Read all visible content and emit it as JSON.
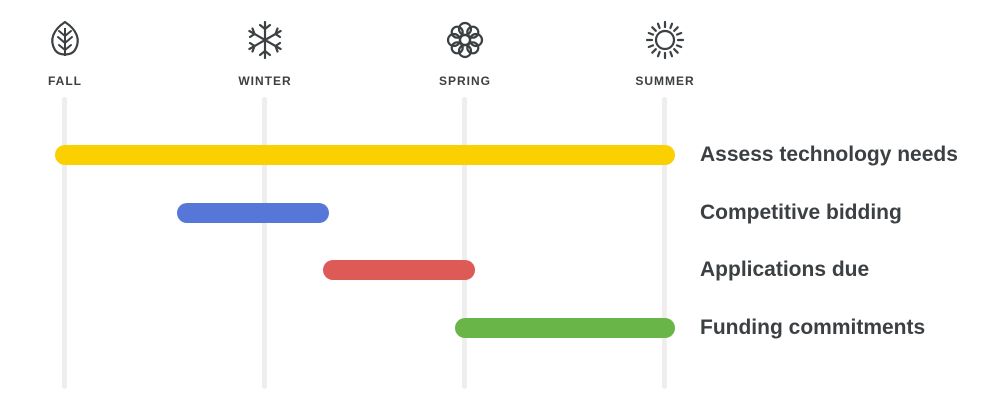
{
  "seasons": [
    {
      "label": "FALL",
      "icon": "leaf-icon"
    },
    {
      "label": "WINTER",
      "icon": "snowflake-icon"
    },
    {
      "label": "SPRING",
      "icon": "flower-icon"
    },
    {
      "label": "SUMMER",
      "icon": "sun-icon"
    }
  ],
  "tasks": [
    {
      "label": "Assess technology needs",
      "start": "FALL",
      "end": "SUMMER",
      "color": "#fbd000"
    },
    {
      "label": "Competitive bidding",
      "start": "FALL→WINTER",
      "end": "WINTER→SPRING",
      "color": "#5677d8"
    },
    {
      "label": "Applications due",
      "start": "WINTER→SPRING",
      "end": "SPRING",
      "color": "#dd5a57"
    },
    {
      "label": "Funding commitments",
      "start": "SPRING",
      "end": "SUMMER",
      "color": "#6ab548"
    }
  ]
}
